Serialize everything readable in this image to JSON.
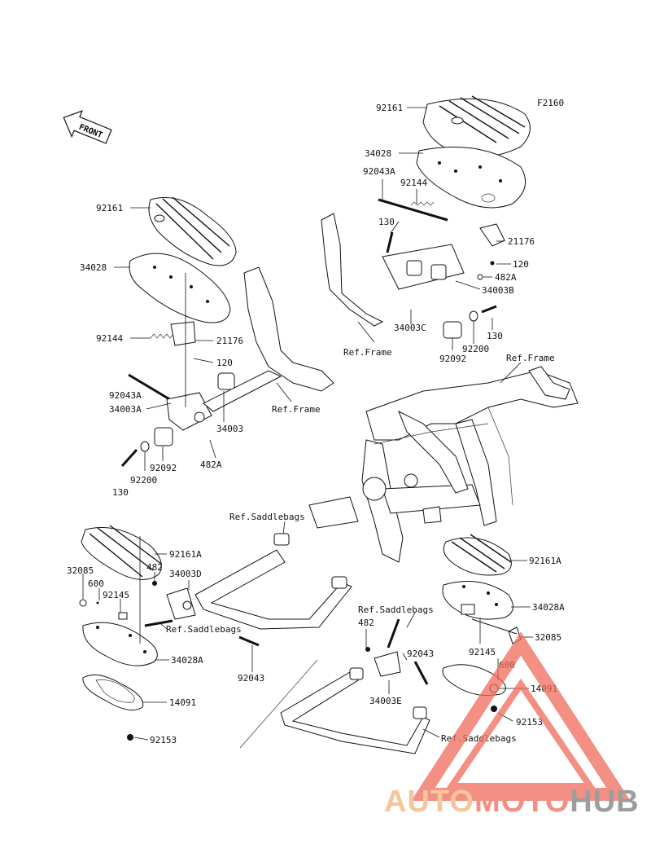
{
  "figure_code": "F2160",
  "front_arrow": "FRONT",
  "callouts": {
    "top_right": [
      "92161",
      "34028",
      "92043A",
      "92144",
      "130",
      "21176",
      "120",
      "482A",
      "34003B",
      "34003C",
      "130",
      "92200",
      "92092"
    ],
    "left": [
      "92161",
      "34028",
      "92144",
      "21176",
      "120",
      "92043A",
      "34003A",
      "34003",
      "482A",
      "92092",
      "92200",
      "130"
    ],
    "lower_left": [
      "92161A",
      "482",
      "34003D",
      "32085",
      "600",
      "92145",
      "34028A",
      "14091",
      "92153",
      "92043"
    ],
    "lower_right": [
      "92161A",
      "34028A",
      "32085",
      "92145",
      "600",
      "14091",
      "92153",
      "482",
      "92043",
      "34003E"
    ]
  },
  "refs": {
    "frame_a": "Ref.Frame",
    "frame_b": "Ref.Frame",
    "frame_c": "Ref.Frame",
    "saddle_a": "Ref.Saddlebags",
    "saddle_b": "Ref.Saddlebags",
    "saddle_c": "Ref.Saddlebags",
    "saddle_d": "Ref.Saddlebags"
  },
  "watermark": {
    "part1": "AUTO",
    "part2": "MOTO",
    "part3": "HUB",
    "color1": "#f2b47a",
    "color2": "#ef6a5a",
    "color3": "#7d7d7d"
  }
}
